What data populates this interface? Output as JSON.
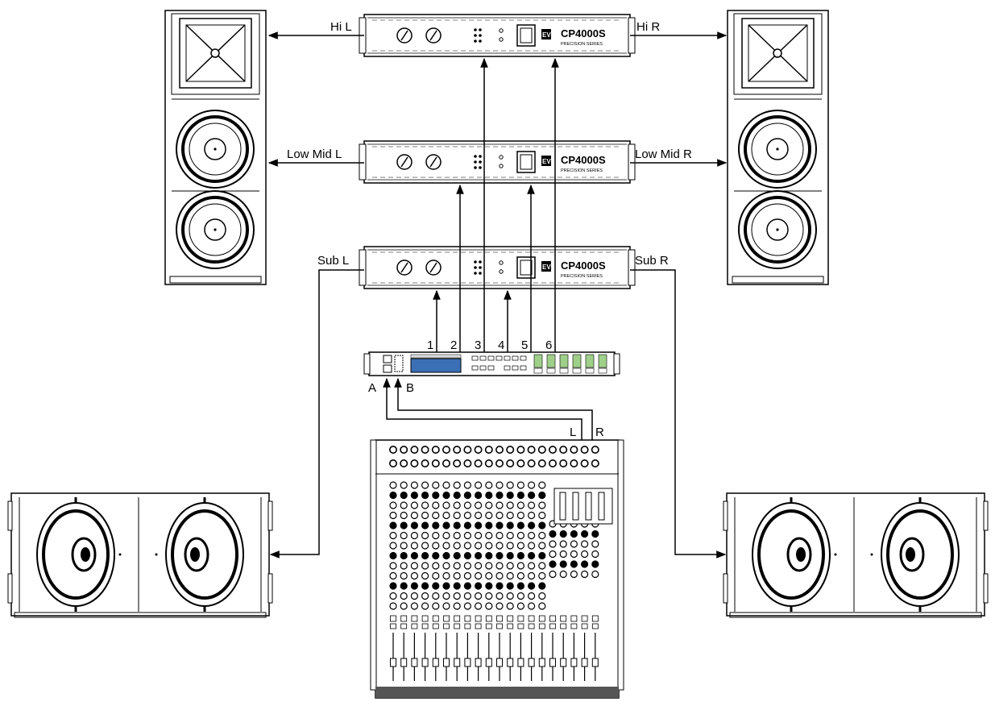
{
  "amplifiers": {
    "hi": {
      "model": "CP4000S",
      "series": "PRECISION SERIES",
      "brand": "EV"
    },
    "lowmid": {
      "model": "CP4000S",
      "series": "PRECISION SERIES",
      "brand": "EV"
    },
    "sub": {
      "model": "CP4000S",
      "series": "PRECISION SERIES",
      "brand": "EV"
    }
  },
  "signal_labels": {
    "hi_l": "Hi L",
    "hi_r": "Hi R",
    "lowmid_l": "Low Mid L",
    "lowmid_r": "Low Mid R",
    "sub_l": "Sub L",
    "sub_r": "Sub R"
  },
  "processor_outputs": [
    "1",
    "2",
    "3",
    "4",
    "5",
    "6"
  ],
  "processor_inputs": {
    "a": "A",
    "b": "B"
  },
  "mixer_outputs": {
    "l": "L",
    "r": "R"
  },
  "colors": {
    "line": "#000000",
    "background": "#ffffff",
    "fader_base": "#555555"
  }
}
